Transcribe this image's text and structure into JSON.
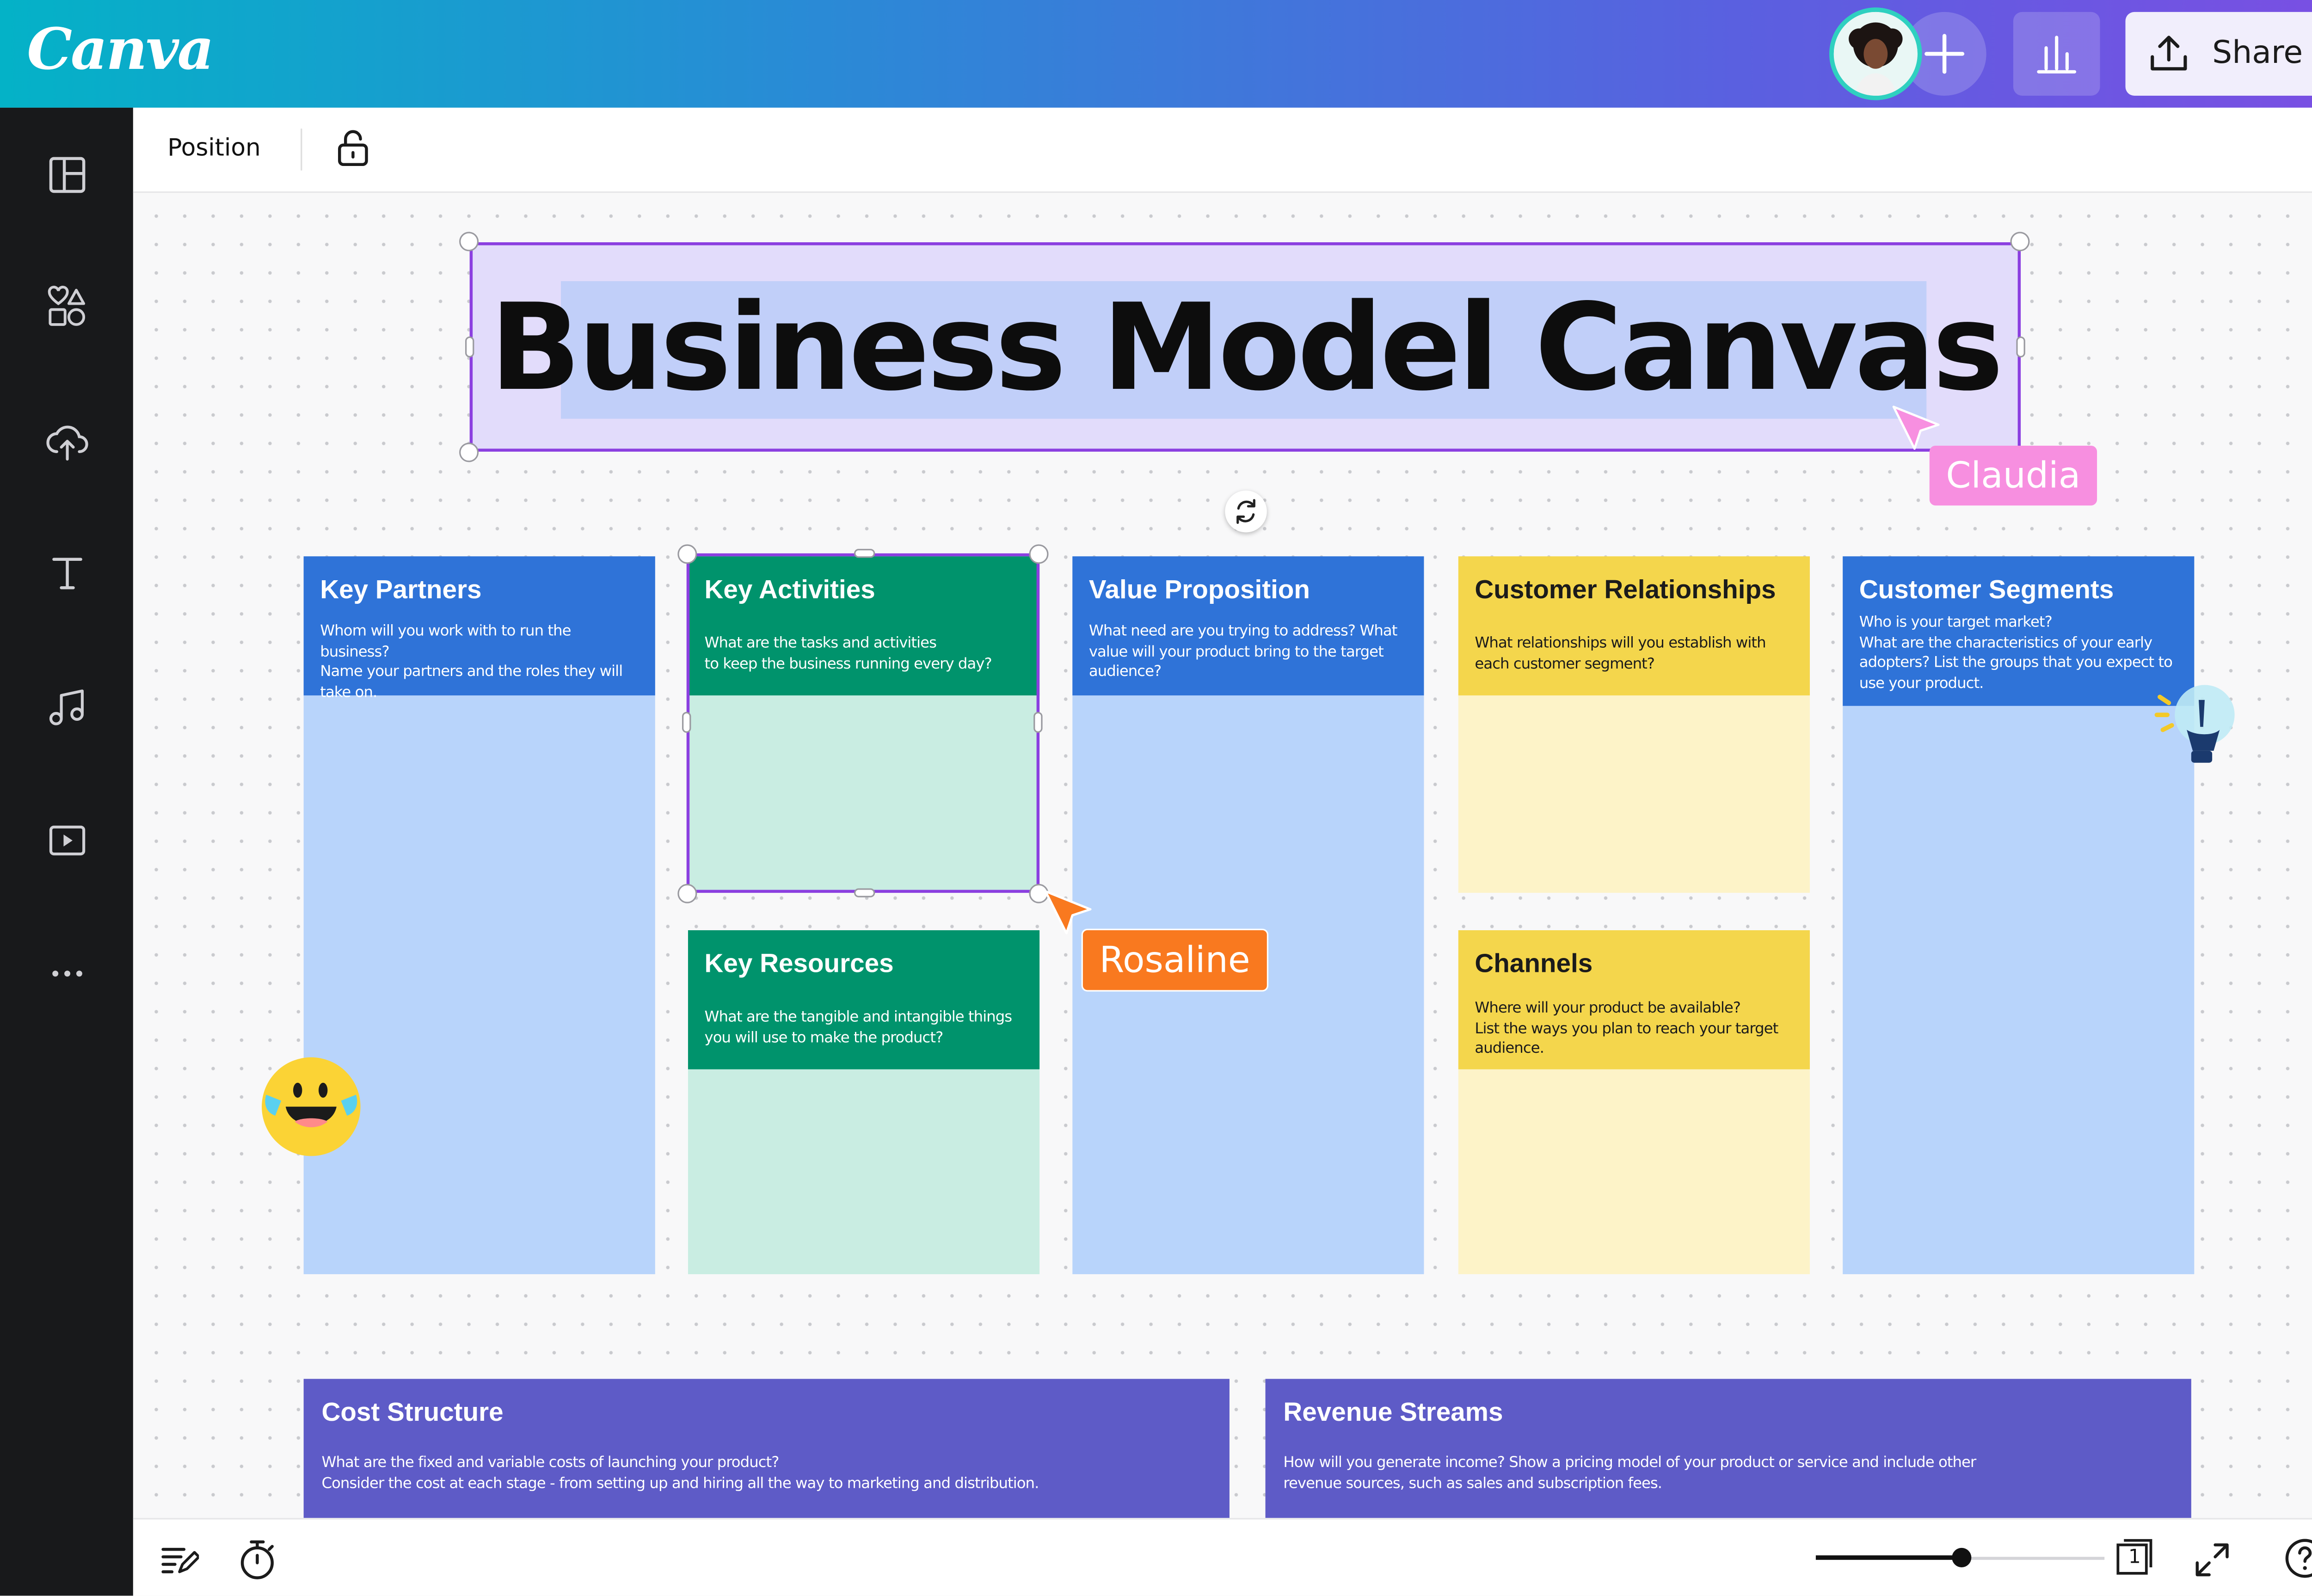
{
  "app": {
    "logo": "Canva"
  },
  "header": {
    "share_label": "Share"
  },
  "toolbar": {
    "position_label": "Position"
  },
  "title": {
    "text": "Business Model Canvas"
  },
  "colors": {
    "blue_header": "#2f73d8",
    "blue_body": "#b8d4fb",
    "green_header": "#00936c",
    "green_body": "#c9ede2",
    "yellow_header": "#f4d64c",
    "yellow_body": "#fdf3c8",
    "purple_header": "#5e5bc7",
    "selection": "#8b3fe0"
  },
  "cards": {
    "key_partners": {
      "title": "Key Partners",
      "desc": "Whom will you work with to run the business?\nName your partners and the roles they will take on."
    },
    "key_activities": {
      "title": "Key Activities",
      "desc": "What are the tasks and activities\nto keep the business running every day?"
    },
    "key_resources": {
      "title": "Key Resources",
      "desc": "What are the tangible and intangible things\nyou will use to make the product?"
    },
    "value_proposition": {
      "title": "Value Proposition",
      "desc": "What need are you trying to address? What value will your product bring to the target audience?"
    },
    "customer_relationships": {
      "title": "Customer Relationships",
      "desc": "What relationships will you establish with each customer segment?"
    },
    "channels": {
      "title": "Channels",
      "desc": "Where will your product be available?\nList the ways you plan to reach your target audience."
    },
    "customer_segments": {
      "title": "Customer Segments",
      "desc": "Who is your target market?\nWhat are the characteristics of your early adopters? List the groups that you expect to use your product."
    },
    "cost_structure": {
      "title": "Cost Structure",
      "desc": "What are the fixed and variable costs of launching your product?\nConsider the cost at each stage - from setting up and hiring all the way to marketing and distribution."
    },
    "revenue_streams": {
      "title": "Revenue Streams",
      "desc": "How will you generate income? Show a pricing model of your product or service and include other revenue sources, such as sales and subscription fees."
    }
  },
  "collaborators": {
    "claudia": {
      "name": "Claudia",
      "color": "#f78fe0"
    },
    "rosaline": {
      "name": "Rosaline",
      "color": "#f9791f"
    }
  },
  "footer": {
    "page_number": "1",
    "zoom_level": 0.5
  }
}
